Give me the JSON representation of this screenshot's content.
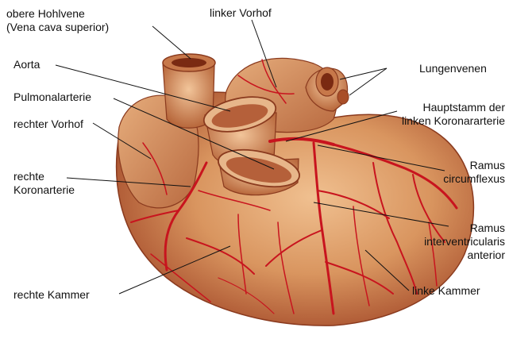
{
  "labels": {
    "obere_hohlvene": [
      "obere Hohlvene",
      "(Vena cava superior)"
    ],
    "linker_vorhof": "linker Vorhof",
    "aorta": "Aorta",
    "lungenvenen": "Lungenvenen",
    "pulmonalarterie": "Pulmonalarterie",
    "hauptstamm": [
      "Hauptstamm der",
      "linken Koronararterie"
    ],
    "rechter_vorhof": "rechter Vorhof",
    "ramus_circumflexus": [
      "Ramus",
      "circumflexus"
    ],
    "rechte_koronararterie": [
      "rechte",
      "Koronarterie"
    ],
    "ramus_interventricularis": [
      "Ramus",
      "interventricularis",
      "anterior"
    ],
    "rechte_kammer": "rechte Kammer",
    "linke_kammer": "linke Kammer"
  },
  "colors": {
    "heart_base": "#d9955f",
    "heart_shadow": "#a8502e",
    "vessel_red": "#c8141e",
    "leader_line": "#111111",
    "background": "#ffffff"
  }
}
